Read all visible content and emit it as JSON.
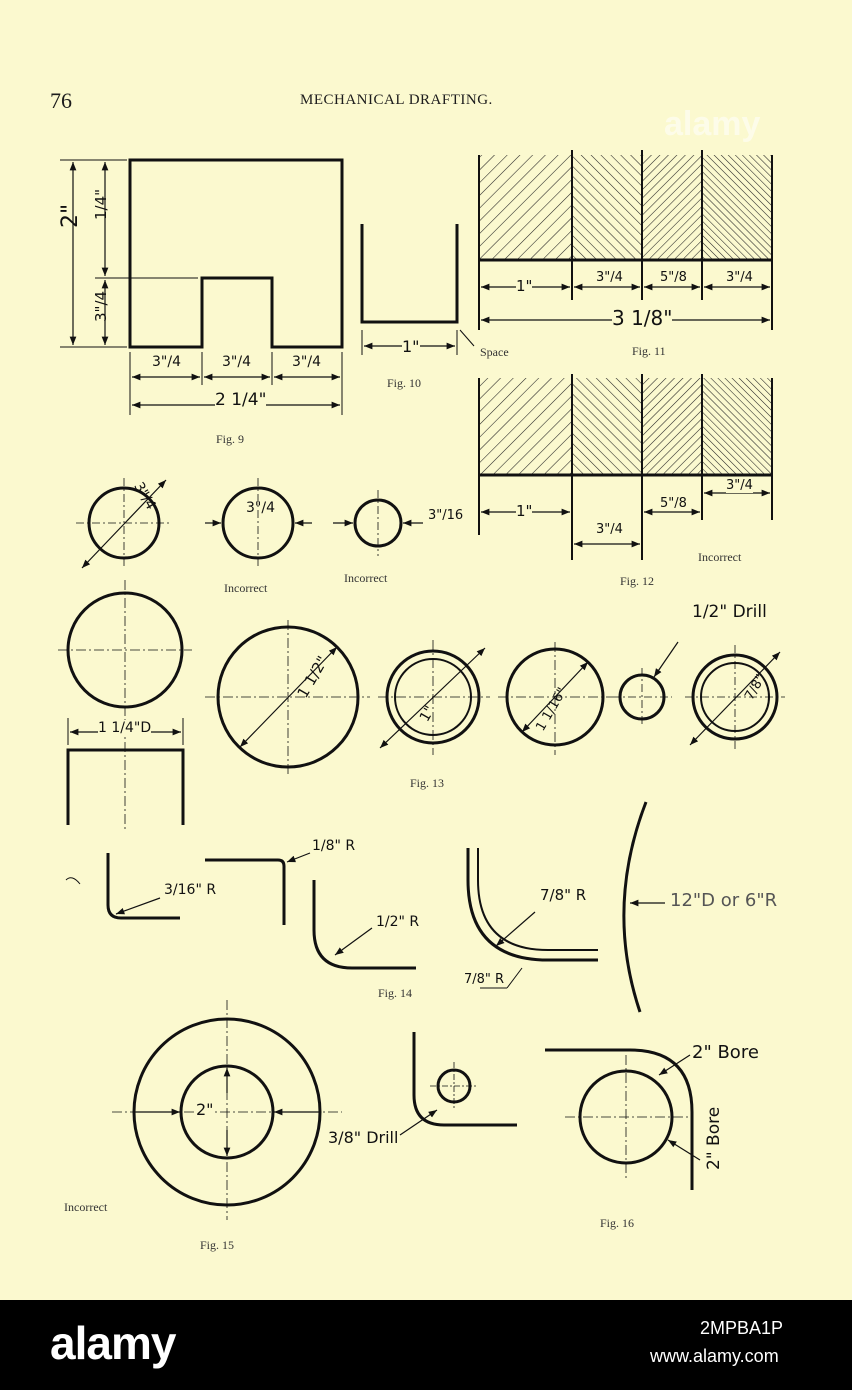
{
  "page": {
    "number": "76",
    "header": "MECHANICAL DRAFTING."
  },
  "fig9": {
    "caption": "Fig. 9",
    "dim_height": "2\"",
    "dim_upper": "1/4\"",
    "dim_lower": "3\"/4",
    "dim_seg1": "3\"/4",
    "dim_seg2": "3\"/4",
    "dim_seg3": "3\"/4",
    "dim_total": "2 1/4\""
  },
  "fig10": {
    "caption": "Fig. 10",
    "dim_width": "1\"",
    "note": "Space"
  },
  "fig11": {
    "caption": "Fig. 11",
    "dims": [
      "1\"",
      "3\"/4",
      "5\"/8",
      "3\"/4"
    ],
    "total": "3 1/8\""
  },
  "fig12": {
    "caption": "Fig. 12",
    "dims": [
      "1\"",
      "3\"/4",
      "5\"/8",
      "3\"/4"
    ],
    "note": "Incorrect"
  },
  "circles_row": {
    "c1": "3\"/4",
    "c2": "3\"/4",
    "c2_note": "Incorrect",
    "c3": "3\"/16",
    "c3_note": "Incorrect"
  },
  "fig13": {
    "caption": "Fig. 13",
    "dia_label": "1 1/4\"D",
    "c_big": "1 1/2\"",
    "c_ring": "1\"",
    "c_mid": "1 1/16\"",
    "drill": "1/2\" Drill",
    "c_last": "7/8\""
  },
  "fig14": {
    "caption": "Fig. 14",
    "r1": "3/16\" R",
    "r2": "1/8\" R",
    "r3": "1/2\" R",
    "r4": "7/8\" R",
    "r5": "7/8\" R",
    "arc_label": "12\"D or 6\"R"
  },
  "fig15": {
    "caption": "Fig. 15",
    "dim": "2\"",
    "note": "Incorrect"
  },
  "fig16": {
    "caption": "Fig. 16",
    "drill": "3/8\" Drill",
    "bore1": "2\" Bore",
    "bore2": "2\" Bore"
  },
  "watermark": {
    "brand": "alamy",
    "image_id": "2MPBA1P",
    "url": "www.alamy.com"
  }
}
